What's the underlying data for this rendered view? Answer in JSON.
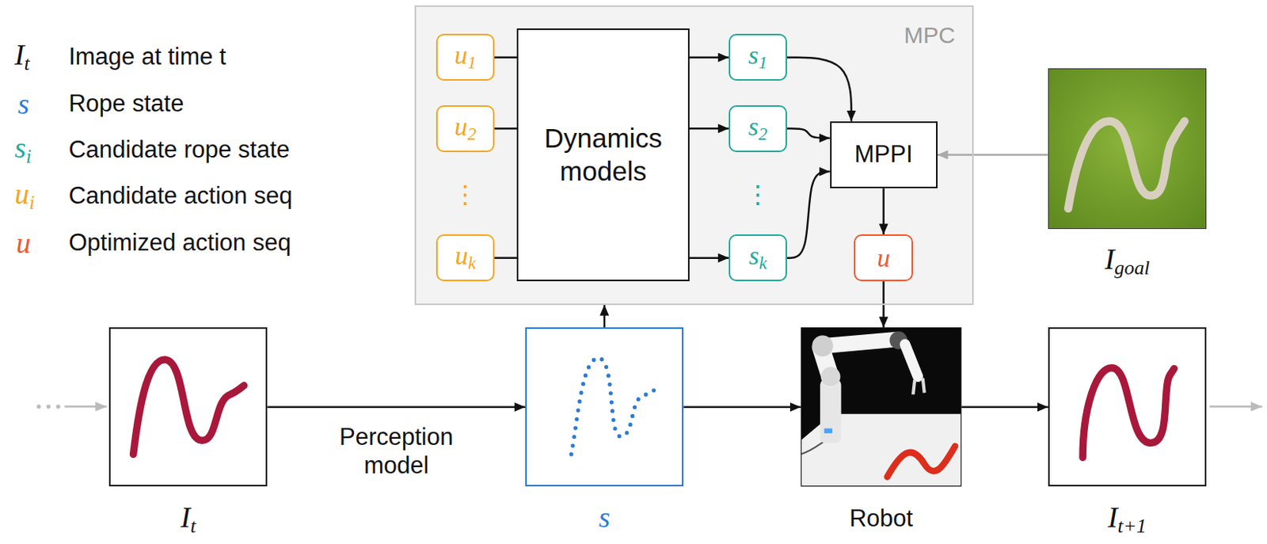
{
  "diagram": {
    "nodes": [
      {
        "text": [
          "MPC"
        ]
      },
      {
        "text": [
          "u1"
        ],
        "in": 0
      },
      {
        "text": [
          "u2"
        ],
        "in": 0
      },
      {
        "text": [
          "uk"
        ],
        "in": 0
      },
      {
        "text": [
          "Dynamics models"
        ],
        "in": 0
      },
      {
        "text": [
          "s1"
        ],
        "in": 0
      },
      {
        "text": [
          "s2"
        ],
        "in": 0
      },
      {
        "text": [
          "sk"
        ],
        "in": 0
      },
      {
        "text": [
          "MPPI"
        ],
        "in": 0
      },
      {
        "text": [
          "u"
        ],
        "in": 0
      },
      {
        "text": [
          "Igoal"
        ]
      },
      {
        "text": [
          "It"
        ]
      },
      {
        "text": [
          "s"
        ]
      },
      {
        "text": [
          "Robot"
        ]
      },
      {
        "text": [
          "It+1"
        ]
      }
    ],
    "edges": [
      {
        "from": 1,
        "to": 4,
        "arrow": "none"
      },
      {
        "from": 2,
        "to": 4,
        "arrow": "none"
      },
      {
        "from": 3,
        "to": 4,
        "arrow": "none"
      },
      {
        "from": 4,
        "to": 5,
        "arrow": "to"
      },
      {
        "from": 4,
        "to": 6,
        "arrow": "to"
      },
      {
        "from": 4,
        "to": 7,
        "arrow": "to"
      },
      {
        "from": 5,
        "to": 8,
        "arrow": "to"
      },
      {
        "from": 6,
        "to": 8,
        "arrow": "to"
      },
      {
        "from": 7,
        "to": 8,
        "arrow": "to"
      },
      {
        "from": 10,
        "to": 8,
        "arrow": "to"
      },
      {
        "from": 8,
        "to": 9,
        "arrow": "to"
      },
      {
        "from": 9,
        "to": 13,
        "arrow": "to"
      },
      {
        "from": 11,
        "to": 12,
        "label": "Perception model",
        "arrow": "to"
      },
      {
        "from": 12,
        "to": 0,
        "arrow": "to"
      },
      {
        "from": 12,
        "to": 13,
        "arrow": "to"
      },
      {
        "from": 13,
        "to": 14,
        "arrow": "to"
      }
    ],
    "labels": [
      "It",
      "s",
      "si",
      "ui",
      "u",
      "⋮",
      "⋮"
    ],
    "legend": [
      {
        "text": "Image at time t"
      },
      {
        "text": "Rope state"
      },
      {
        "text": "Candidate rope state"
      },
      {
        "text": "Candidate action seq"
      },
      {
        "text": "Optimized action seq"
      }
    ]
  }
}
